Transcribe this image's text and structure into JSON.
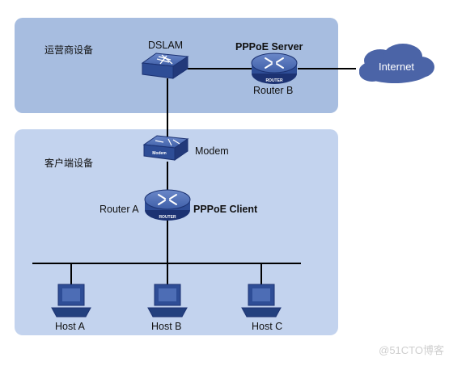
{
  "zones": {
    "provider_label": "运营商设备",
    "customer_label": "客户端设备"
  },
  "devices": {
    "dslam": "DSLAM",
    "pppoe_server": "PPPoE Server",
    "router_b": "Router B",
    "internet": "Internet",
    "modem": "Modem",
    "modem_badge": "Modem",
    "router_a": "Router A",
    "pppoe_client": "PPPoE Client",
    "router_badge": "ROUTER",
    "hosts": [
      "Host A",
      "Host B",
      "Host C"
    ]
  },
  "watermark": "@51CTO博客",
  "colors": {
    "provider_zone": "#a7bde0",
    "customer_zone": "#c3d3ee",
    "device_blue": "#2e4d96",
    "cloud": "#4b64a7",
    "line": "#000000"
  }
}
